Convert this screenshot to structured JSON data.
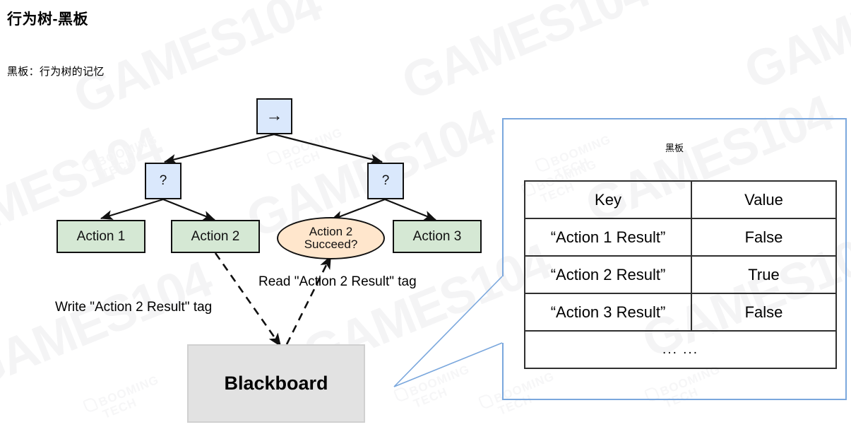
{
  "page": {
    "title": "行为树-黑板",
    "subtitle": "黑板：行为树的记忆"
  },
  "colors": {
    "control_node_fill": "#dae8fc",
    "action_node_fill": "#d5e8d4",
    "condition_node_fill": "#ffe6cc",
    "blackboard_fill": "#e2e2e2",
    "callout_stroke": "#7aa7dd",
    "stroke": "#111111"
  },
  "tree": {
    "root": {
      "label": "→",
      "icon": "sequence-arrow-icon"
    },
    "selectors": [
      {
        "label": "?"
      },
      {
        "label": "?"
      }
    ],
    "actions": [
      {
        "label": "Action 1"
      },
      {
        "label": "Action 2"
      },
      {
        "label": "Action 3"
      }
    ],
    "condition": {
      "line1": "Action 2",
      "line2": "Succeed?"
    },
    "blackboard_box": {
      "label": "Blackboard"
    }
  },
  "edge_labels": {
    "write": "Write \"Action 2 Result\" tag",
    "read": "Read \"Action 2 Result\" tag"
  },
  "panel": {
    "caption": "黑板",
    "table": {
      "headers": [
        "Key",
        "Value"
      ],
      "rows": [
        {
          "key": "“Action 1 Result”",
          "value": "False"
        },
        {
          "key": "“Action 2 Result”",
          "value": "True"
        },
        {
          "key": "“Action 3 Result”",
          "value": "False"
        }
      ],
      "ellipsis": "... ..."
    }
  },
  "watermarks": {
    "games": "GAMES104",
    "booming_line1": "BOOMING",
    "booming_line2": "TECH"
  }
}
